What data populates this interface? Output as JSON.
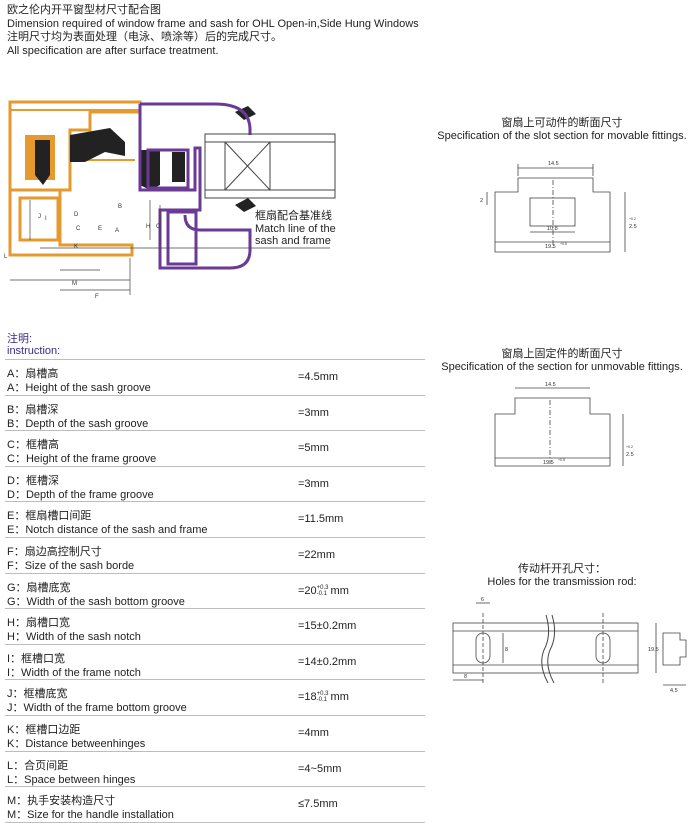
{
  "header": {
    "title_zh": "欧之伦内开平窗型材尺寸配合图",
    "title_en": "Dimension required of window frame and sash for OHL Open-in,Side Hung Windows",
    "note_zh": "注明尺寸均为表面处理（电泳、喷涂等）后的完成尺寸。",
    "note_en": "All specification are after surface treatment."
  },
  "main_figure": {
    "match_line_zh": "框扇配合基准线",
    "match_line_en_1": "Match line of the",
    "match_line_en_2": "sash and frame",
    "labels": [
      "A",
      "B",
      "C",
      "D",
      "E",
      "F",
      "G",
      "H",
      "I",
      "J",
      "K",
      "L",
      "M"
    ],
    "frame_color": "#e69a2e",
    "sash_color": "#6a3a96"
  },
  "movable": {
    "title_zh": "窗扇上可动件的断面尺寸",
    "title_en": "Specification of the slot section for movable fittings.",
    "dim_top": "14.5",
    "dim_mid": "10.8",
    "dim_bottom": "19.5",
    "dim_bottom_tol": "+0.5",
    "dim_left": "2",
    "dim_right": "2.5",
    "dim_right_tol": "+0.2"
  },
  "unmovable": {
    "title_zh": "窗扇上固定件的断面尺寸",
    "title_en": "Specification of the section for unmovable fittings.",
    "dim_top": "14.5",
    "dim_bottom": "19.5",
    "dim_bottom_tol": "+0.5",
    "dim_right": "2.5",
    "dim_right_tol": "+0.2"
  },
  "rod": {
    "title_zh": "传动杆开孔尺寸：",
    "title_en": "Holes for the transmission rod:",
    "dim_top": "6",
    "dim_left": "8",
    "dim_slot": "8",
    "dim_right": "19.5",
    "dim_side": "4.5"
  },
  "instruction": {
    "zh": "注明:",
    "en": "instruction:"
  },
  "specs": [
    {
      "zh": "A：扇槽高",
      "en": "A：Height of the sash groove",
      "val": "=4.5mm"
    },
    {
      "zh": "B：扇槽深",
      "en": "B：Depth of the sash groove",
      "val": "=3mm"
    },
    {
      "zh": "C：框槽高",
      "en": "C：Height of the frame groove",
      "val": "=5mm"
    },
    {
      "zh": "D：框槽深",
      "en": "D：Depth of the frame groove",
      "val": "=3mm"
    },
    {
      "zh": "E：框扇槽口间距",
      "en": "E：Notch distance of the sash and frame",
      "val": "=11.5mm"
    },
    {
      "zh": "F：扇边高控制尺寸",
      "en": "F：Size of the sash borde",
      "val": "=22mm"
    },
    {
      "zh": "G：扇槽底宽",
      "en": "G：Width of the sash bottom groove",
      "val_pre": "=20",
      "tol_up": "+0.3",
      "tol_dn": "-0.1",
      "val_post": "mm"
    },
    {
      "zh": "H：扇槽口宽",
      "en": "H：Width of the sash notch",
      "val": "=15±0.2mm"
    },
    {
      "zh": "I：框槽口宽",
      "en": "I：Width of the frame notch",
      "val": "=14±0.2mm"
    },
    {
      "zh": "J：框槽底宽",
      "en": "J：Width of the frame bottom groove",
      "val_pre": "=18",
      "tol_up": "+0.3",
      "tol_dn": "-0.1",
      "val_post": "mm"
    },
    {
      "zh": "K：框槽口边距",
      "en": "K：Distance betweenhinges",
      "val": "=4mm"
    },
    {
      "zh": "L：合页间距",
      "en": "L：Space between hinges",
      "val": "=4~5mm"
    },
    {
      "zh": "M：执手安装构造尺寸",
      "en": "M：Size for the handle installation",
      "val": "≤7.5mm"
    }
  ]
}
